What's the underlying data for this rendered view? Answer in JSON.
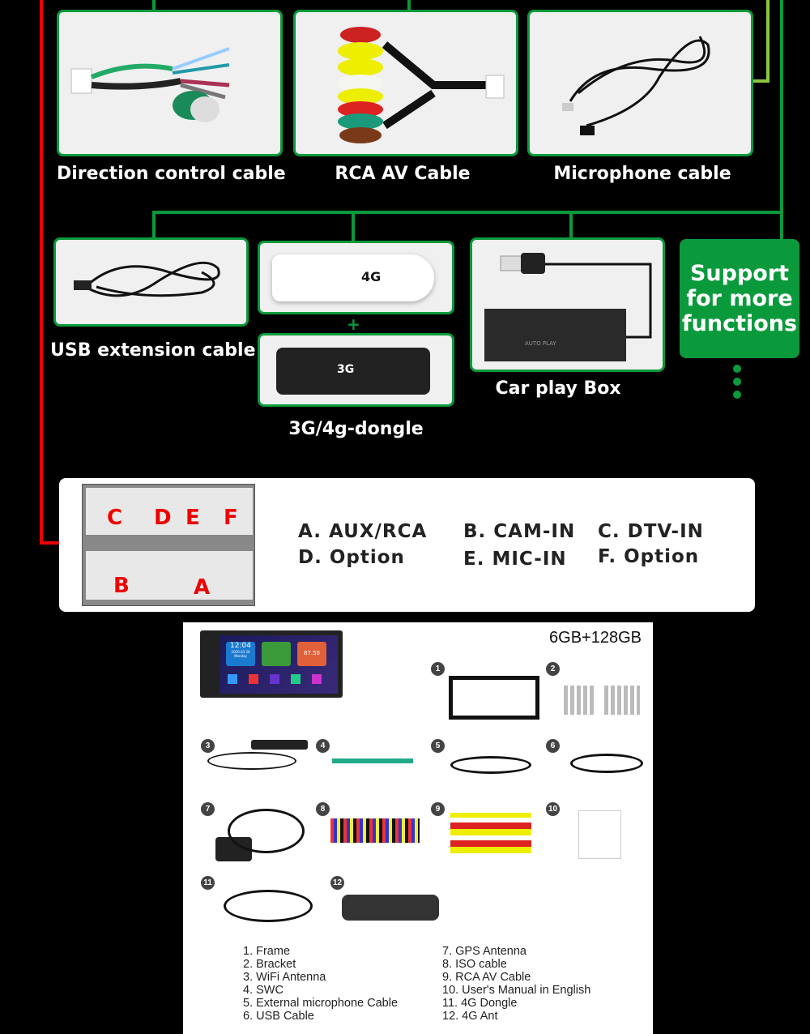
{
  "accessories": [
    {
      "label": "Direction control cable",
      "icon": "direction-control-cable-image"
    },
    {
      "label": "RCA AV Cable",
      "icon": "rca-av-cable-image"
    },
    {
      "label": "Microphone cable",
      "icon": "microphone-cable-image"
    },
    {
      "label": "USB extension cable",
      "icon": "usb-extension-cable-image"
    },
    {
      "label": "3G/4g-dongle",
      "icon": "dongle-image"
    },
    {
      "label": "Car play Box",
      "icon": "carplay-box-image"
    }
  ],
  "dongle": {
    "plus": "+",
    "top_text": "4G",
    "bottom_text": "3G"
  },
  "carplay_text": "AUTO PLAY",
  "support": {
    "text": "Support for more functions"
  },
  "connector": {
    "pins": [
      "C",
      "D",
      "E",
      "F",
      "B",
      "A"
    ],
    "labels": [
      "A.  AUX/RCA",
      "B.  CAM-IN",
      "C.  DTV-IN",
      "D.  Option",
      "E.  MIC-IN",
      "F.  Option"
    ]
  },
  "package": {
    "spec": "6GB+128GB",
    "screen": {
      "time": "12:04",
      "date": "2020.03.30",
      "day": "Monday",
      "radio": "87.50"
    },
    "numbers": [
      "1",
      "2",
      "3",
      "4",
      "5",
      "6",
      "7",
      "8",
      "9",
      "10",
      "11",
      "12"
    ],
    "list_left": [
      "1. Frame",
      "2. Bracket",
      "3. WiFi  Antenna",
      "4. SWC",
      "5. External microphone Cable",
      "6. USB Cable"
    ],
    "list_right": [
      "7. GPS Antenna",
      "8. ISO cable",
      "9. RCA AV Cable",
      "10. User's Manual in English",
      "11. 4G Dongle",
      "12. 4G Ant"
    ]
  },
  "colors": {
    "green": "#0a9a3c",
    "red": "#e00000",
    "lime": "#8cc63f"
  }
}
